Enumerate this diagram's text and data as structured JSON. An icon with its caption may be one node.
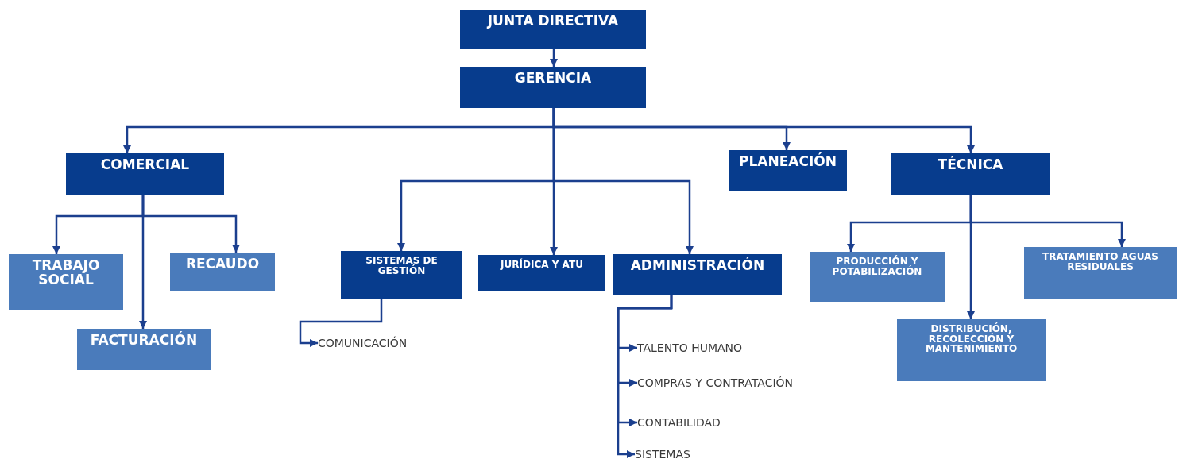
{
  "diagram": {
    "nodes": [
      {
        "text": [
          "JUNTA DIRECTIVA"
        ]
      },
      {
        "text": [
          "GERENCIA"
        ]
      },
      {
        "text": [
          "COMERCIAL"
        ]
      },
      {
        "text": [
          "TRABAJO SOCIAL"
        ]
      },
      {
        "text": [
          "RECAUDO"
        ]
      },
      {
        "text": [
          "FACTURACIÓN"
        ]
      },
      {
        "text": [
          "SISTEMAS DE GESTIÓN"
        ]
      },
      {
        "text": [
          "COMUNICACIÓN"
        ]
      },
      {
        "text": [
          "JURÍDICA Y ATU"
        ]
      },
      {
        "text": [
          "ADMINISTRACIÓN"
        ]
      },
      {
        "text": [
          "TALENTO HUMANO"
        ]
      },
      {
        "text": [
          "COMPRAS Y CONTRATACIÓN"
        ]
      },
      {
        "text": [
          "CONTABILIDAD"
        ]
      },
      {
        "text": [
          "SISTEMAS"
        ]
      },
      {
        "text": [
          "PLANEACIÓN"
        ]
      },
      {
        "text": [
          "TÉCNICA"
        ]
      },
      {
        "text": [
          "PRODUCCIÓN Y POTABILIZACIÓN"
        ]
      },
      {
        "text": [
          "DISTRIBUCIÓN, RECOLECCIÓN Y MANTENIMIENTO"
        ]
      },
      {
        "text": [
          "TRATAMIENTO AGUAS RESIDUALES"
        ]
      }
    ],
    "edges": [
      {
        "from": 0,
        "to": 1,
        "arrow": "to"
      },
      {
        "from": 1,
        "to": 2,
        "arrow": "to"
      },
      {
        "from": 1,
        "to": 6,
        "arrow": "to"
      },
      {
        "from": 1,
        "to": 8,
        "arrow": "to"
      },
      {
        "from": 1,
        "to": 9,
        "arrow": "to"
      },
      {
        "from": 1,
        "to": 14,
        "arrow": "to"
      },
      {
        "from": 1,
        "to": 15,
        "arrow": "to"
      },
      {
        "from": 2,
        "to": 3,
        "arrow": "to"
      },
      {
        "from": 2,
        "to": 5,
        "arrow": "to"
      },
      {
        "from": 2,
        "to": 4,
        "arrow": "to"
      },
      {
        "from": 6,
        "to": 7,
        "arrow": "to"
      },
      {
        "from": 9,
        "to": 10,
        "arrow": "to"
      },
      {
        "from": 9,
        "to": 11,
        "arrow": "to"
      },
      {
        "from": 9,
        "to": 12,
        "arrow": "to"
      },
      {
        "from": 9,
        "to": 13,
        "arrow": "to"
      },
      {
        "from": 15,
        "to": 16,
        "arrow": "to"
      },
      {
        "from": 15,
        "to": 17,
        "arrow": "to"
      },
      {
        "from": 15,
        "to": 18,
        "arrow": "to"
      }
    ]
  }
}
